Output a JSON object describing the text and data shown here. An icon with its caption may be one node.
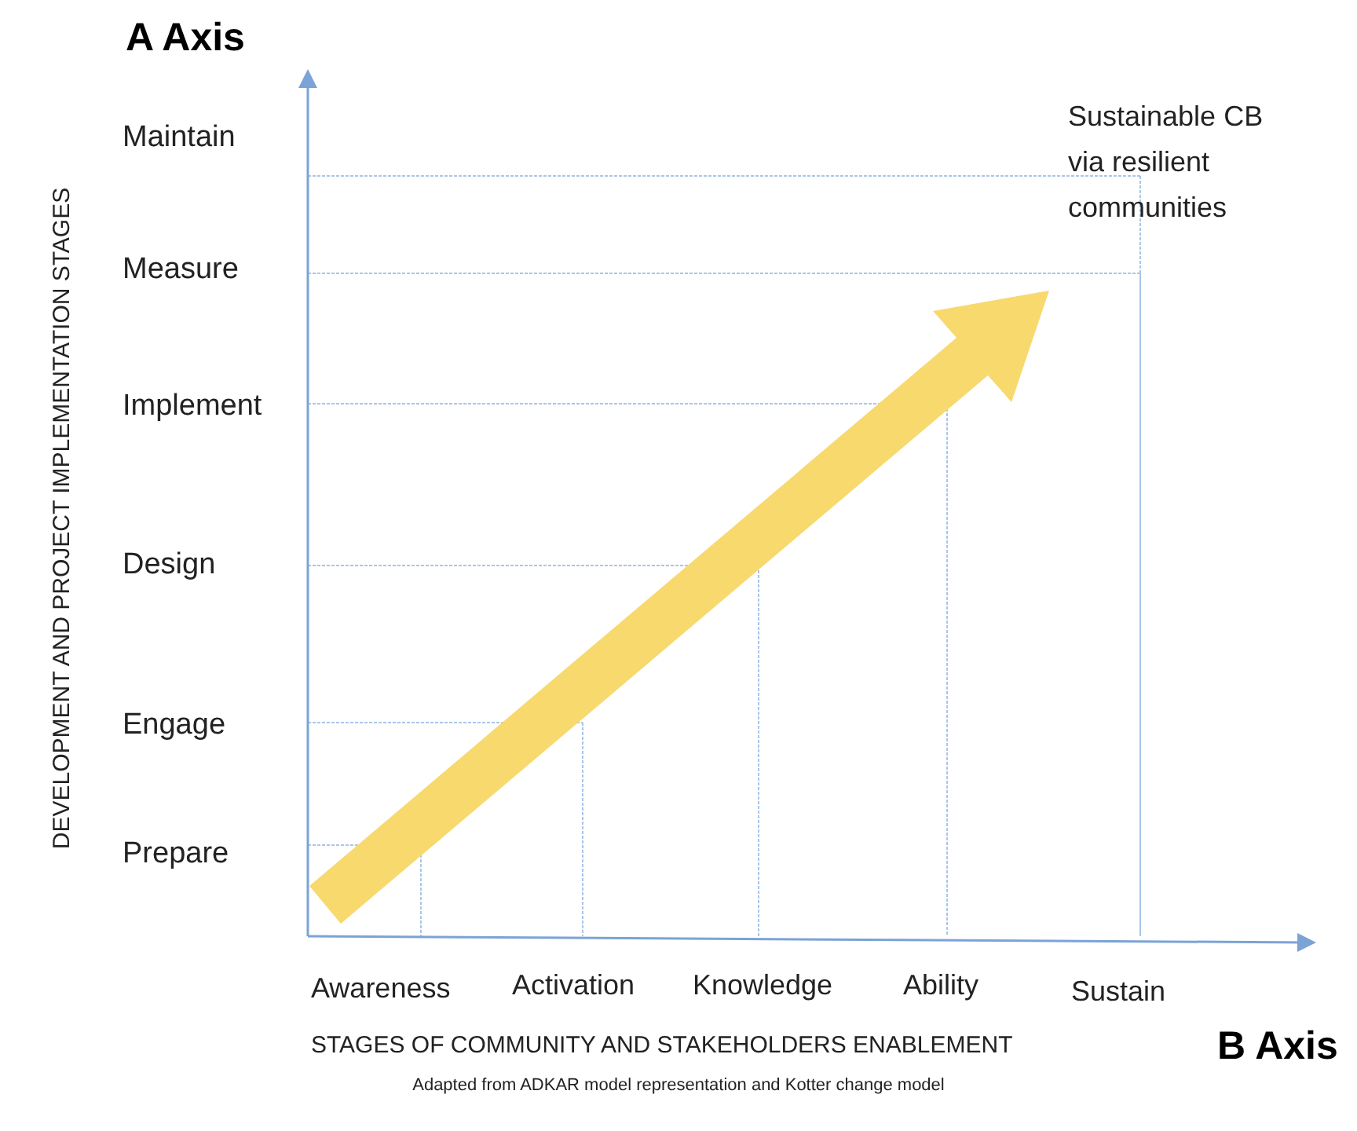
{
  "diagram": {
    "caption": "Adapted from ADKAR model representation and Kotter change model",
    "labels": [
      "A Axis",
      "DEVELOPMENT AND PROJECT IMPLEMENTATION STAGES",
      "Maintain",
      "Measure",
      "Implement",
      "Design",
      "Engage",
      "Prepare",
      "Sustainable CB via resilient communities",
      "Awareness",
      "Activation",
      "Knowledge",
      "Ability",
      "Sustain",
      "STAGES OF COMMUNITY AND STAKEHOLDERS ENABLEMENT",
      "B Axis"
    ]
  }
}
